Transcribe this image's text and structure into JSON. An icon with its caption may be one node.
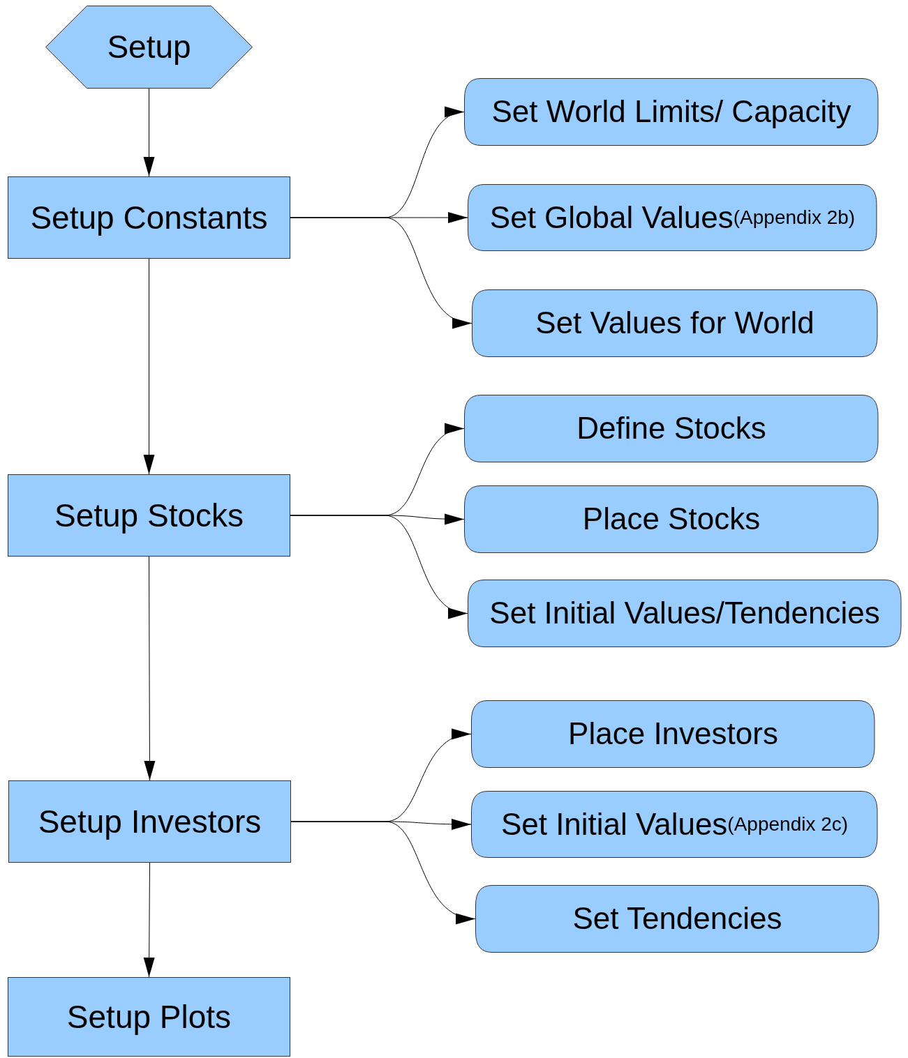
{
  "diagram": {
    "nodes": [
      {
        "text": [
          "Setup"
        ]
      },
      {
        "text": [
          "Setup Constants"
        ]
      },
      {
        "text": [
          "Set World Limits/ Capacity"
        ]
      },
      {
        "text": [
          "Set Global Values",
          "(Appendix 2b)"
        ]
      },
      {
        "text": [
          "Set Values for World"
        ]
      },
      {
        "text": [
          "Setup Stocks"
        ]
      },
      {
        "text": [
          "Define Stocks"
        ]
      },
      {
        "text": [
          "Place Stocks"
        ]
      },
      {
        "text": [
          "Set Initial Values/Tendencies"
        ]
      },
      {
        "text": [
          "Setup Investors"
        ]
      },
      {
        "text": [
          "Place Investors"
        ]
      },
      {
        "text": [
          "Set Initial Values",
          "(Appendix 2c)"
        ]
      },
      {
        "text": [
          "Set Tendencies"
        ]
      },
      {
        "text": [
          "Setup Plots"
        ]
      }
    ],
    "edges": [
      {
        "from": 0,
        "to": 1,
        "arrow": "to"
      },
      {
        "from": 1,
        "to": 2,
        "arrow": "to"
      },
      {
        "from": 1,
        "to": 3,
        "arrow": "to"
      },
      {
        "from": 1,
        "to": 4,
        "arrow": "to"
      },
      {
        "from": 1,
        "to": 5,
        "arrow": "to"
      },
      {
        "from": 5,
        "to": 6,
        "arrow": "to"
      },
      {
        "from": 5,
        "to": 7,
        "arrow": "to"
      },
      {
        "from": 5,
        "to": 8,
        "arrow": "to"
      },
      {
        "from": 5,
        "to": 9,
        "arrow": "to"
      },
      {
        "from": 9,
        "to": 10,
        "arrow": "to"
      },
      {
        "from": 9,
        "to": 11,
        "arrow": "to"
      },
      {
        "from": 9,
        "to": 12,
        "arrow": "to"
      },
      {
        "from": 9,
        "to": 13,
        "arrow": "to"
      }
    ]
  }
}
